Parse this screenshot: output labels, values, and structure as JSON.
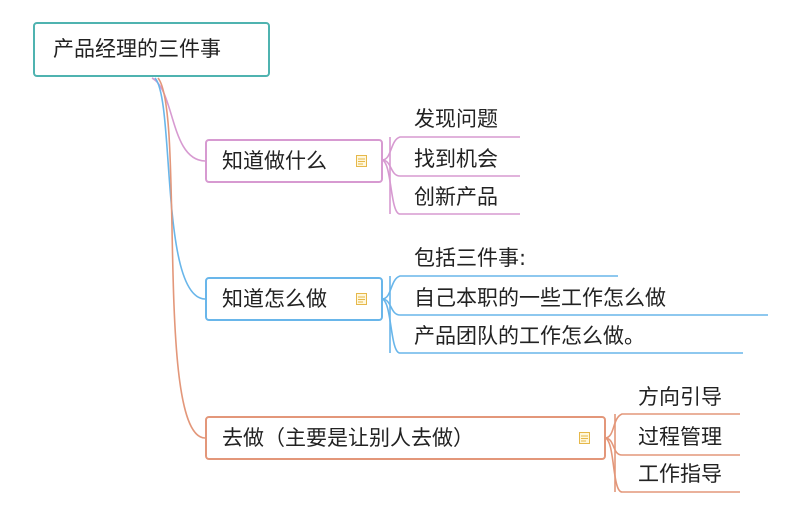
{
  "root": {
    "label": "产品经理的三件事"
  },
  "branches": [
    {
      "label": "知道做什么",
      "has_note": true,
      "color": "#d79ad1",
      "children": [
        "发现问题",
        "找到机会",
        "创新产品"
      ]
    },
    {
      "label": "知道怎么做",
      "has_note": true,
      "color": "#69b6ea",
      "children": [
        "包括三件事:",
        "自己本职的一些工作怎么做",
        "产品团队的工作怎么做。"
      ]
    },
    {
      "label": "去做（主要是让别人去做）",
      "has_note": true,
      "color": "#e3977a",
      "children": [
        "方向引导",
        "过程管理",
        "工作指导"
      ]
    }
  ],
  "colors": {
    "root_border": "#4fb3b0",
    "note_icon": "#e6b84a"
  }
}
